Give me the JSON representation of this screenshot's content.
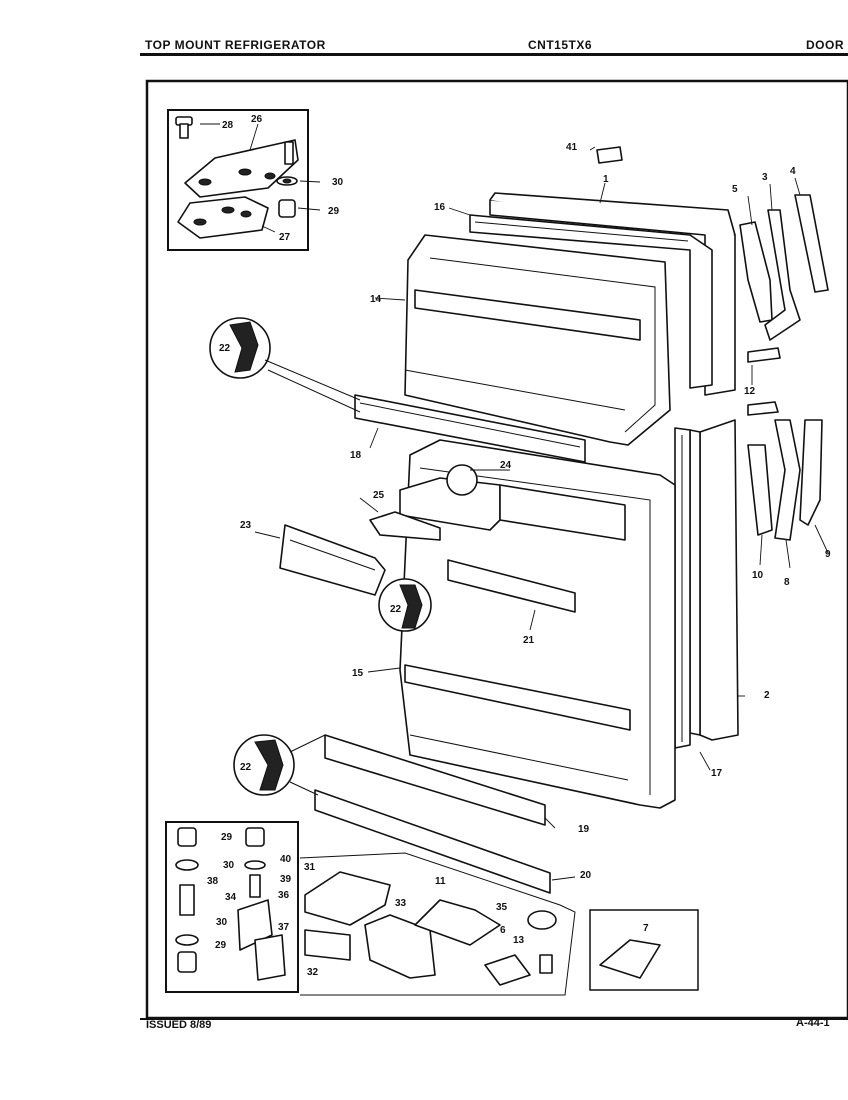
{
  "header": {
    "title": "TOP MOUNT REFRIGERATOR",
    "model": "CNT15TX6",
    "section": "DOOR"
  },
  "footer": {
    "issued": "ISSUED 8/89",
    "page_code": "A-44-1"
  },
  "callouts": {
    "c1": "1",
    "c2": "2",
    "c3": "3",
    "c4": "4",
    "c5": "5",
    "c6": "6",
    "c7": "7",
    "c8": "8",
    "c9": "9",
    "c10": "10",
    "c11": "11",
    "c12": "12",
    "c13": "13",
    "c14": "14",
    "c15": "15",
    "c16": "16",
    "c17": "17",
    "c18": "18",
    "c19": "19",
    "c20": "20",
    "c21": "21",
    "c22": "22",
    "c23": "23",
    "c24": "24",
    "c25": "25",
    "c26": "26",
    "c27": "27",
    "c28": "28",
    "c29": "29",
    "c30": "30",
    "c31": "31",
    "c32": "32",
    "c33": "33",
    "c34": "34",
    "c35": "35",
    "c36": "36",
    "c37": "37",
    "c38": "38",
    "c39": "39",
    "c40": "40",
    "c41": "41"
  }
}
